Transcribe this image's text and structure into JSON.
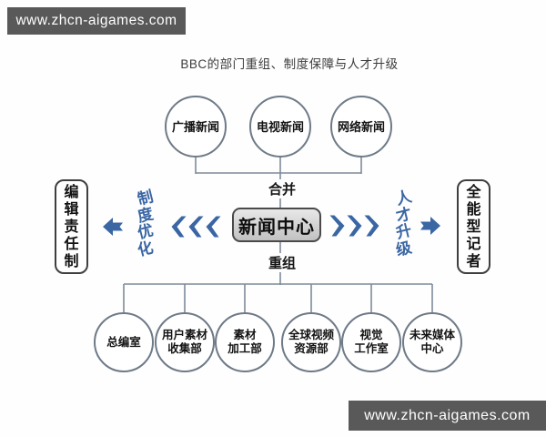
{
  "watermark_top": "www.zhcn-aigames.com",
  "watermark_bottom": "www.zhcn-aigames.com",
  "title": "BBC的部门重组、制度保障与人才升级",
  "top_nodes": [
    {
      "label": "广播新闻"
    },
    {
      "label": "电视新闻"
    },
    {
      "label": "网络新闻"
    }
  ],
  "merge_label": "合并",
  "center_label": "新闻中心",
  "reorg_label": "重组",
  "left_process": "制度优化",
  "left_outcome": "编辑责任制",
  "right_process": "人才升级",
  "right_outcome": "全能型记者",
  "bottom_nodes": [
    {
      "line1": "总编室",
      "line2": ""
    },
    {
      "line1": "用户素材",
      "line2": "收集部"
    },
    {
      "line1": "素材",
      "line2": "加工部"
    },
    {
      "line1": "全球视频",
      "line2": "资源部"
    },
    {
      "line1": "视觉",
      "line2": "工作室"
    },
    {
      "line1": "未来媒体",
      "line2": "中心"
    }
  ],
  "colors": {
    "accent_blue": "#3a66a4",
    "line_gray": "#7e8b99",
    "watermark_bg": "#595959",
    "center_box_border": "#4a4a4a"
  }
}
